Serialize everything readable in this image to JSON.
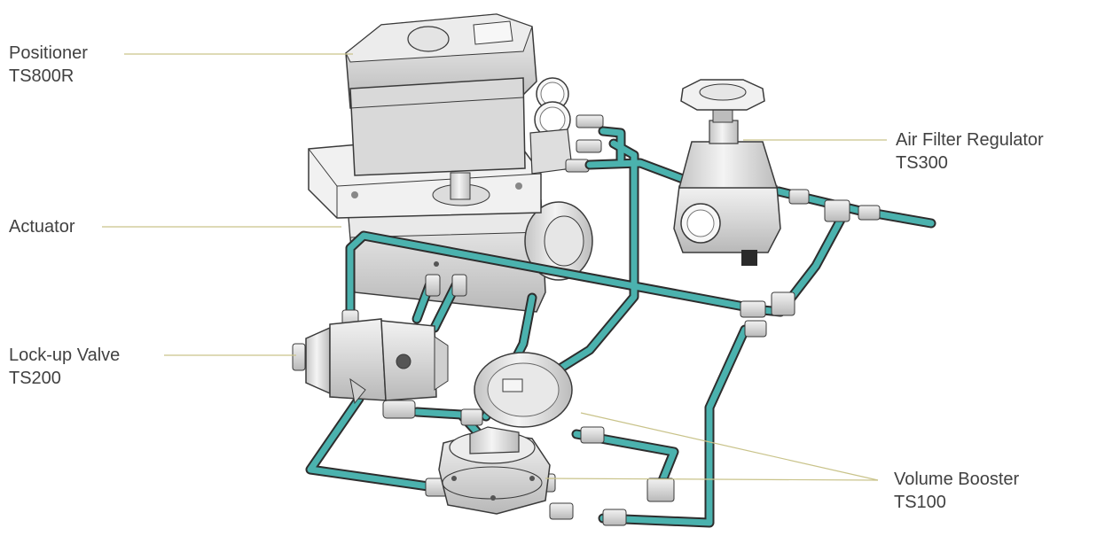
{
  "labels": {
    "positioner": {
      "name": "Positioner",
      "model": "TS800R"
    },
    "actuator": {
      "name": "Actuator"
    },
    "lockup_valve": {
      "name": "Lock-up Valve",
      "model": "TS200"
    },
    "air_filter_regulator": {
      "name": "Air Filter Regulator",
      "model": "TS300"
    },
    "volume_booster": {
      "name": "Volume Booster",
      "model": "TS100"
    }
  },
  "colors": {
    "tube": "#4bb2ae",
    "tube_outline": "#2d2d2d",
    "leader_line": "#c9c38a",
    "metal": "#dcdcdc",
    "text": "#414141"
  }
}
